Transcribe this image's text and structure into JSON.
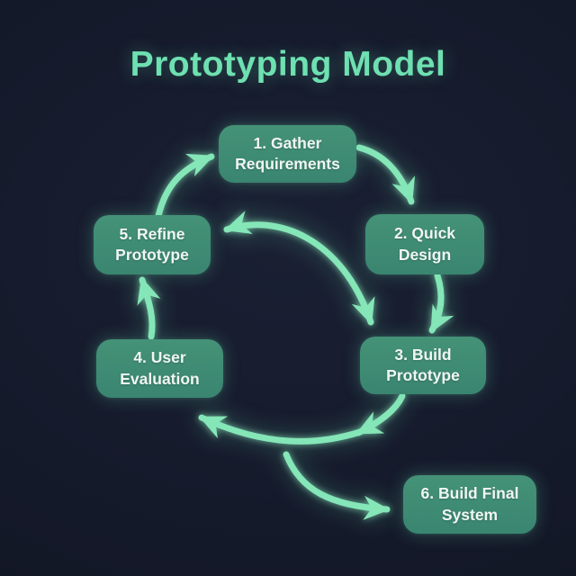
{
  "title": "Prototyping Model",
  "colors": {
    "background": "#151a2b",
    "node_fill": "#3e8c73",
    "node_text": "#f1f6f3",
    "arrow": "#85e6b8",
    "title_text": "#6ee0b1"
  },
  "diagram": {
    "nodes": [
      {
        "id": "gather-requirements",
        "label": "1. Gather\nRequirements"
      },
      {
        "id": "quick-design",
        "label": "2. Quick\nDesign"
      },
      {
        "id": "build-prototype",
        "label": "3. Build\nPrototype"
      },
      {
        "id": "user-evaluation",
        "label": "4. User\nEvaluation"
      },
      {
        "id": "refine-prototype",
        "label": "5. Refine\nPrototype"
      },
      {
        "id": "build-final-system",
        "label": "6. Build Final\nSystem"
      }
    ],
    "arrows": [
      {
        "from": "refine-prototype",
        "to": "gather-requirements",
        "bidirectional": false
      },
      {
        "from": "gather-requirements",
        "to": "quick-design",
        "bidirectional": false
      },
      {
        "from": "quick-design",
        "to": "build-prototype",
        "bidirectional": false
      },
      {
        "from": "refine-prototype",
        "to": "build-prototype",
        "bidirectional": true
      },
      {
        "from": "build-prototype",
        "to": "user-evaluation",
        "bidirectional": false
      },
      {
        "from": "user-evaluation",
        "to": "refine-prototype",
        "bidirectional": false
      },
      {
        "from": "build-prototype",
        "to": "build-final-system",
        "bidirectional": false
      }
    ]
  }
}
